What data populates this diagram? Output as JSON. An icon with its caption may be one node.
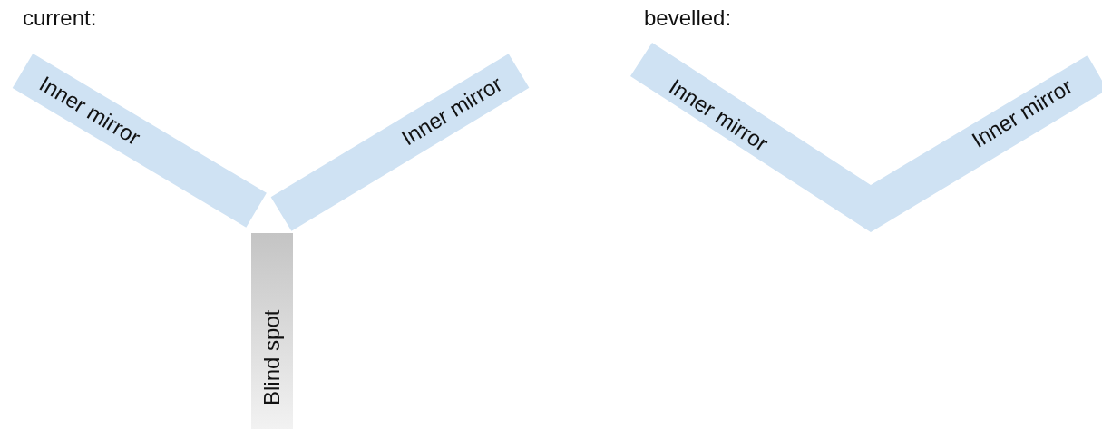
{
  "diagram": {
    "nodes": [
      {
        "text": [
          "Inner mirror"
        ]
      },
      {
        "text": [
          "Inner mirror"
        ]
      },
      {
        "text": [
          "Blind spot"
        ]
      },
      {
        "text": [
          "Inner mirror",
          "Inner mirror"
        ]
      }
    ],
    "labels": [
      "current:",
      "bevelled:"
    ]
  }
}
